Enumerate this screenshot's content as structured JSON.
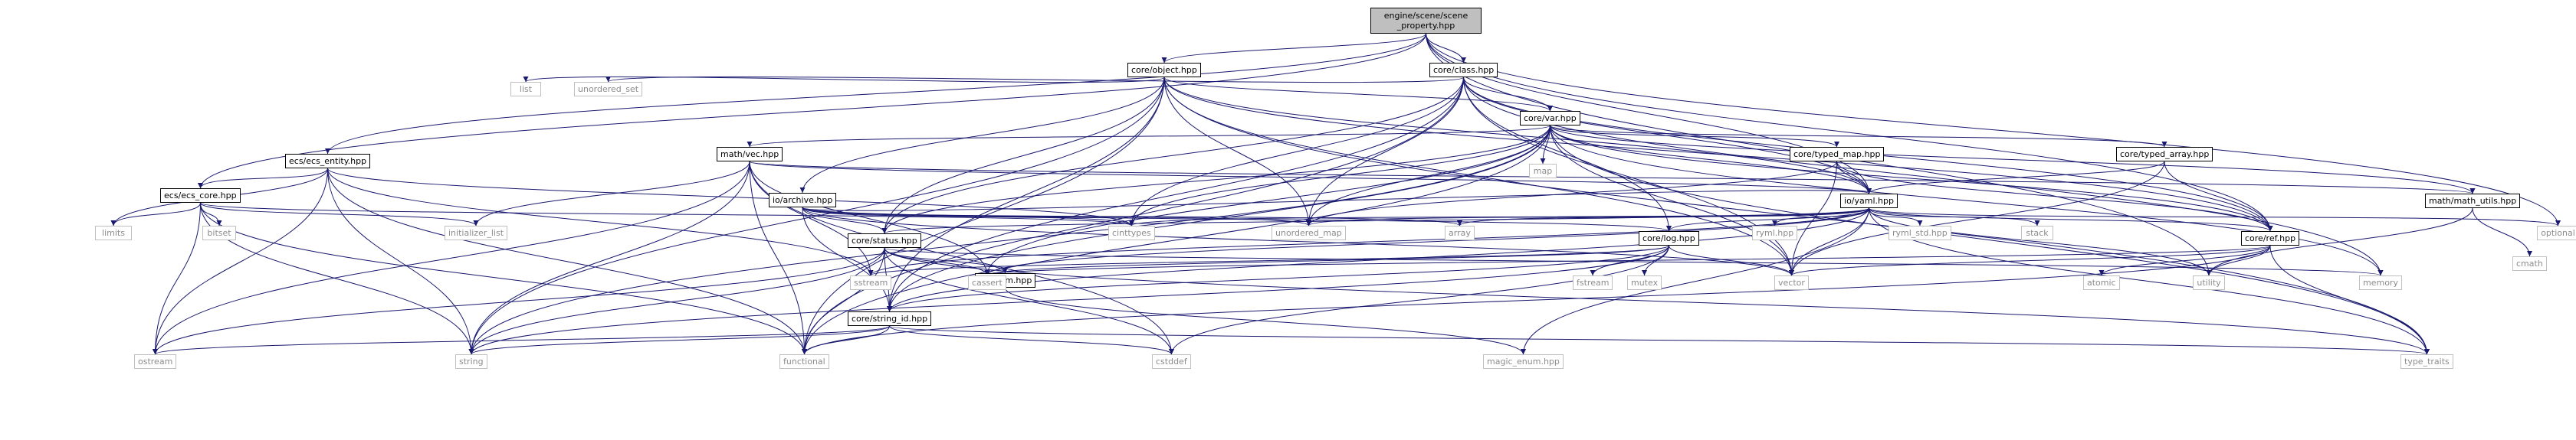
{
  "graph": {
    "root": "engine/scene/scene_property.hpp",
    "nodes": [
      {
        "id": "root",
        "label": "engine/scene/scene\n_property.hpp",
        "kind": "root"
      },
      {
        "id": "core_object",
        "label": "core/object.hpp",
        "kind": "file"
      },
      {
        "id": "core_class",
        "label": "core/class.hpp",
        "kind": "file"
      },
      {
        "id": "ecs_entity",
        "label": "ecs/ecs_entity.hpp",
        "kind": "file"
      },
      {
        "id": "core_var",
        "label": "core/var.hpp",
        "kind": "file"
      },
      {
        "id": "unordered_set",
        "label": "unordered_set",
        "kind": "ext"
      },
      {
        "id": "list",
        "label": "list",
        "kind": "ext"
      },
      {
        "id": "ecs_core",
        "label": "ecs/ecs_core.hpp",
        "kind": "file"
      },
      {
        "id": "math_vec",
        "label": "math/vec.hpp",
        "kind": "file"
      },
      {
        "id": "core_typed_map",
        "label": "core/typed_map.hpp",
        "kind": "file"
      },
      {
        "id": "core_typed_array",
        "label": "core/typed_array.hpp",
        "kind": "file"
      },
      {
        "id": "map",
        "label": "map",
        "kind": "ext"
      },
      {
        "id": "io_archive",
        "label": "io/archive.hpp",
        "kind": "file"
      },
      {
        "id": "io_yaml",
        "label": "io/yaml.hpp",
        "kind": "file"
      },
      {
        "id": "math_utils",
        "label": "math/math_utils.hpp",
        "kind": "file"
      },
      {
        "id": "limits",
        "label": "limits",
        "kind": "ext"
      },
      {
        "id": "bitset",
        "label": "bitset",
        "kind": "ext"
      },
      {
        "id": "initializer_list",
        "label": "initializer_list",
        "kind": "ext"
      },
      {
        "id": "cinttypes",
        "label": "cinttypes",
        "kind": "ext"
      },
      {
        "id": "unordered_map",
        "label": "unordered_map",
        "kind": "ext"
      },
      {
        "id": "array",
        "label": "array",
        "kind": "ext"
      },
      {
        "id": "core_log",
        "label": "core/log.hpp",
        "kind": "file"
      },
      {
        "id": "ryml",
        "label": "ryml.hpp",
        "kind": "ext"
      },
      {
        "id": "ryml_std",
        "label": "ryml_std.hpp",
        "kind": "ext"
      },
      {
        "id": "stack",
        "label": "stack",
        "kind": "ext"
      },
      {
        "id": "core_ref",
        "label": "core/ref.hpp",
        "kind": "file"
      },
      {
        "id": "optional",
        "label": "optional",
        "kind": "ext"
      },
      {
        "id": "cmath",
        "label": "cmath",
        "kind": "ext"
      },
      {
        "id": "core_status",
        "label": "core/status.hpp",
        "kind": "file"
      },
      {
        "id": "io_enum",
        "label": "io/enum.hpp",
        "kind": "file"
      },
      {
        "id": "sstream",
        "label": "sstream",
        "kind": "ext"
      },
      {
        "id": "cassert",
        "label": "cassert",
        "kind": "ext"
      },
      {
        "id": "fstream",
        "label": "fstream",
        "kind": "ext"
      },
      {
        "id": "mutex",
        "label": "mutex",
        "kind": "ext"
      },
      {
        "id": "vector",
        "label": "vector",
        "kind": "ext"
      },
      {
        "id": "atomic",
        "label": "atomic",
        "kind": "ext"
      },
      {
        "id": "utility",
        "label": "utility",
        "kind": "ext"
      },
      {
        "id": "memory",
        "label": "memory",
        "kind": "ext"
      },
      {
        "id": "core_string_id",
        "label": "core/string_id.hpp",
        "kind": "file"
      },
      {
        "id": "ostream",
        "label": "ostream",
        "kind": "ext"
      },
      {
        "id": "string",
        "label": "string",
        "kind": "ext"
      },
      {
        "id": "functional",
        "label": "functional",
        "kind": "ext"
      },
      {
        "id": "cstddef",
        "label": "cstddef",
        "kind": "ext"
      },
      {
        "id": "magic_enum",
        "label": "magic_enum.hpp",
        "kind": "ext"
      },
      {
        "id": "type_traits",
        "label": "type_traits",
        "kind": "ext"
      }
    ],
    "edges": [
      [
        "root",
        "core_object"
      ],
      [
        "root",
        "core_class"
      ],
      [
        "root",
        "ecs_entity"
      ],
      [
        "root",
        "ecs_core"
      ],
      [
        "root",
        "io_yaml"
      ],
      [
        "root",
        "optional"
      ],
      [
        "root",
        "utility"
      ],
      [
        "root",
        "core_ref"
      ],
      [
        "core_object",
        "core_var"
      ],
      [
        "core_object",
        "core_status"
      ],
      [
        "core_object",
        "core_string_id"
      ],
      [
        "core_object",
        "io_archive"
      ],
      [
        "core_object",
        "list"
      ],
      [
        "core_object",
        "string"
      ],
      [
        "core_object",
        "functional"
      ],
      [
        "core_object",
        "unordered_map"
      ],
      [
        "core_object",
        "vector"
      ],
      [
        "core_object",
        "type_traits"
      ],
      [
        "core_object",
        "core_ref"
      ],
      [
        "core_object",
        "io_yaml"
      ],
      [
        "core_class",
        "core_var"
      ],
      [
        "core_class",
        "unordered_set"
      ],
      [
        "core_class",
        "core_status"
      ],
      [
        "core_class",
        "core_log"
      ],
      [
        "core_class",
        "unordered_map"
      ],
      [
        "core_class",
        "cinttypes"
      ],
      [
        "core_class",
        "core_ref"
      ],
      [
        "core_class",
        "vector"
      ],
      [
        "core_class",
        "memory"
      ],
      [
        "core_class",
        "core_string_id"
      ],
      [
        "core_class",
        "functional"
      ],
      [
        "core_class",
        "io_yaml"
      ],
      [
        "ecs_entity",
        "ecs_core"
      ],
      [
        "ecs_entity",
        "cinttypes"
      ],
      [
        "ecs_entity",
        "limits"
      ],
      [
        "ecs_entity",
        "string"
      ],
      [
        "ecs_entity",
        "functional"
      ],
      [
        "ecs_entity",
        "ostream"
      ],
      [
        "ecs_entity",
        "sstream"
      ],
      [
        "core_var",
        "map"
      ],
      [
        "core_var",
        "math_vec"
      ],
      [
        "core_var",
        "core_typed_map"
      ],
      [
        "core_var",
        "core_typed_array"
      ],
      [
        "core_var",
        "math_utils"
      ],
      [
        "core_var",
        "core_ref"
      ],
      [
        "core_var",
        "cinttypes"
      ],
      [
        "core_var",
        "vector"
      ],
      [
        "core_var",
        "string"
      ],
      [
        "core_var",
        "functional"
      ],
      [
        "core_var",
        "core_string_id"
      ],
      [
        "core_var",
        "unordered_map"
      ],
      [
        "core_var",
        "io_yaml"
      ],
      [
        "core_var",
        "cassert"
      ],
      [
        "core_var",
        "type_traits"
      ],
      [
        "core_var",
        "memory"
      ],
      [
        "core_var",
        "core_status"
      ],
      [
        "ecs_core",
        "limits"
      ],
      [
        "ecs_core",
        "bitset"
      ],
      [
        "ecs_core",
        "initializer_list"
      ],
      [
        "ecs_core",
        "cinttypes"
      ],
      [
        "ecs_core",
        "ostream"
      ],
      [
        "ecs_core",
        "string"
      ],
      [
        "ecs_core",
        "functional"
      ],
      [
        "math_vec",
        "io_yaml"
      ],
      [
        "math_vec",
        "math_utils"
      ],
      [
        "math_vec",
        "initializer_list"
      ],
      [
        "math_vec",
        "sstream"
      ],
      [
        "math_vec",
        "cassert"
      ],
      [
        "math_vec",
        "cstddef"
      ],
      [
        "math_vec",
        "functional"
      ],
      [
        "math_vec",
        "ostream"
      ],
      [
        "math_vec",
        "string"
      ],
      [
        "core_typed_map",
        "io_yaml"
      ],
      [
        "core_typed_map",
        "unordered_map"
      ],
      [
        "core_typed_map",
        "core_ref"
      ],
      [
        "core_typed_map",
        "vector"
      ],
      [
        "core_typed_array",
        "io_yaml"
      ],
      [
        "core_typed_array",
        "core_ref"
      ],
      [
        "core_typed_array",
        "vector"
      ],
      [
        "io_archive",
        "core_status"
      ],
      [
        "io_archive",
        "core_log"
      ],
      [
        "io_archive",
        "io_yaml"
      ],
      [
        "io_archive",
        "cinttypes"
      ],
      [
        "io_archive",
        "unordered_map"
      ],
      [
        "io_archive",
        "array"
      ],
      [
        "io_archive",
        "vector"
      ],
      [
        "io_archive",
        "core_string_id"
      ],
      [
        "io_yaml",
        "core_log"
      ],
      [
        "io_yaml",
        "core_ref"
      ],
      [
        "io_yaml",
        "ryml"
      ],
      [
        "io_yaml",
        "ryml_std"
      ],
      [
        "io_yaml",
        "stack"
      ],
      [
        "io_yaml",
        "optional"
      ],
      [
        "io_yaml",
        "array"
      ],
      [
        "io_yaml",
        "cinttypes"
      ],
      [
        "io_yaml",
        "unordered_map"
      ],
      [
        "io_yaml",
        "core_status"
      ],
      [
        "io_yaml",
        "core_string_id"
      ],
      [
        "io_yaml",
        "vector"
      ],
      [
        "io_yaml",
        "cassert"
      ],
      [
        "io_yaml",
        "sstream"
      ],
      [
        "io_yaml",
        "utility"
      ],
      [
        "io_yaml",
        "type_traits"
      ],
      [
        "io_yaml",
        "magic_enum"
      ],
      [
        "math_utils",
        "cmath"
      ],
      [
        "math_utils",
        "utility"
      ],
      [
        "core_log",
        "fstream"
      ],
      [
        "core_log",
        "mutex"
      ],
      [
        "core_log",
        "sstream"
      ],
      [
        "core_log",
        "cassert"
      ],
      [
        "core_log",
        "string"
      ],
      [
        "core_log",
        "vector"
      ],
      [
        "core_log",
        "core_string_id"
      ],
      [
        "core_log",
        "cstddef"
      ],
      [
        "core_ref",
        "atomic"
      ],
      [
        "core_ref",
        "utility"
      ],
      [
        "core_ref",
        "type_traits"
      ],
      [
        "core_ref",
        "vector"
      ],
      [
        "core_ref",
        "functional"
      ],
      [
        "core_ref",
        "cassert"
      ],
      [
        "core_status",
        "core_string_id"
      ],
      [
        "core_status",
        "io_enum"
      ],
      [
        "core_status",
        "ostream"
      ],
      [
        "core_status",
        "string"
      ],
      [
        "core_status",
        "functional"
      ],
      [
        "core_status",
        "cstddef"
      ],
      [
        "core_status",
        "type_traits"
      ],
      [
        "core_status",
        "memory"
      ],
      [
        "core_status",
        "cassert"
      ],
      [
        "io_enum",
        "magic_enum"
      ],
      [
        "core_string_id",
        "ostream"
      ],
      [
        "core_string_id",
        "string"
      ],
      [
        "core_string_id",
        "functional"
      ],
      [
        "core_string_id",
        "cstddef"
      ],
      [
        "core_string_id",
        "type_traits"
      ]
    ]
  }
}
